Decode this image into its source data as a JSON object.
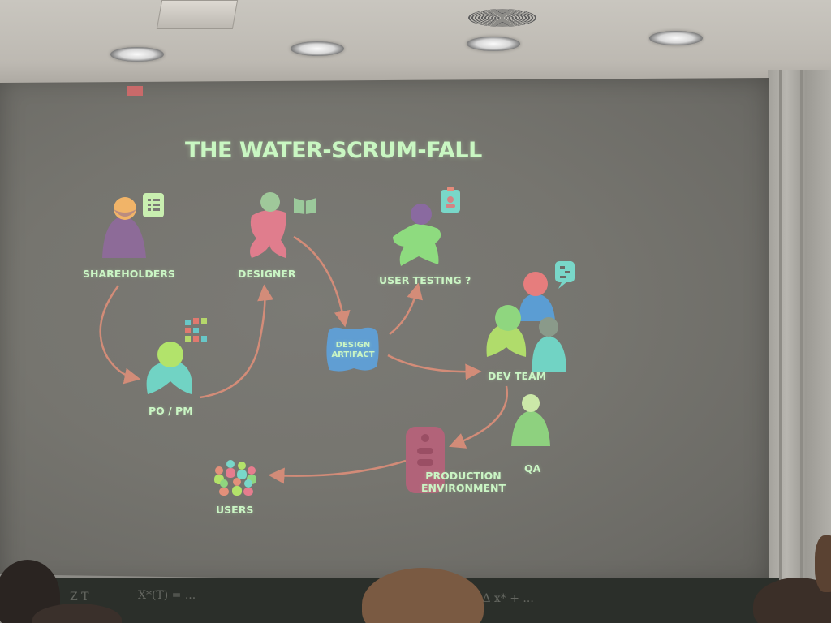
{
  "slide": {
    "title": "THE WATER-SCRUM-FALL",
    "nodes": {
      "shareholders": "SHAREHOLDERS",
      "designer": "DESIGNER",
      "user_testing": "USER TESTING ?",
      "po_pm": "PO / PM",
      "design_artifact_line1": "DESIGN",
      "design_artifact_line2": "ARTIFACT",
      "dev_team": "DEV TEAM",
      "qa": "QA",
      "production_line1": "PRODUCTION",
      "production_line2": "ENVIRONMENT",
      "users": "USERS"
    }
  },
  "chalkboard": {
    "scribble_1": "Z T",
    "scribble_2": "X*(T) = ...",
    "scribble_3": "Σ Δ x* + ..."
  },
  "colors": {
    "label_text": "#caf5c4",
    "arrow": "#e3907a",
    "screen": "#76756f"
  }
}
